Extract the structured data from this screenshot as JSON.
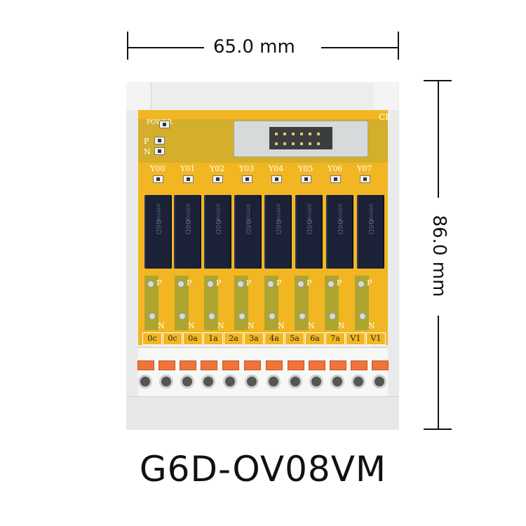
{
  "dimensions": {
    "width_label": "65.0 mm",
    "height_label": "86.0 mm"
  },
  "model_name": "G6D-OV08VM",
  "board": {
    "power_label": "POWER",
    "p_label": "P",
    "n_label": "N",
    "ce_mark": "CE",
    "channel_labels": [
      "Y00",
      "Y01",
      "Y02",
      "Y03",
      "Y04",
      "Y05",
      "Y06",
      "Y07"
    ],
    "relay_brand": "omron",
    "relay_model": "G6D",
    "terminal_labels": [
      "0c",
      "0c",
      "0a",
      "1a",
      "2a",
      "3a",
      "4a",
      "5a",
      "6a",
      "7a",
      "V1",
      "V1"
    ]
  },
  "colors": {
    "pcb": "#f2b622",
    "relay": "#1b2238",
    "lever": "#f2733a",
    "housing": "#eceeed"
  }
}
